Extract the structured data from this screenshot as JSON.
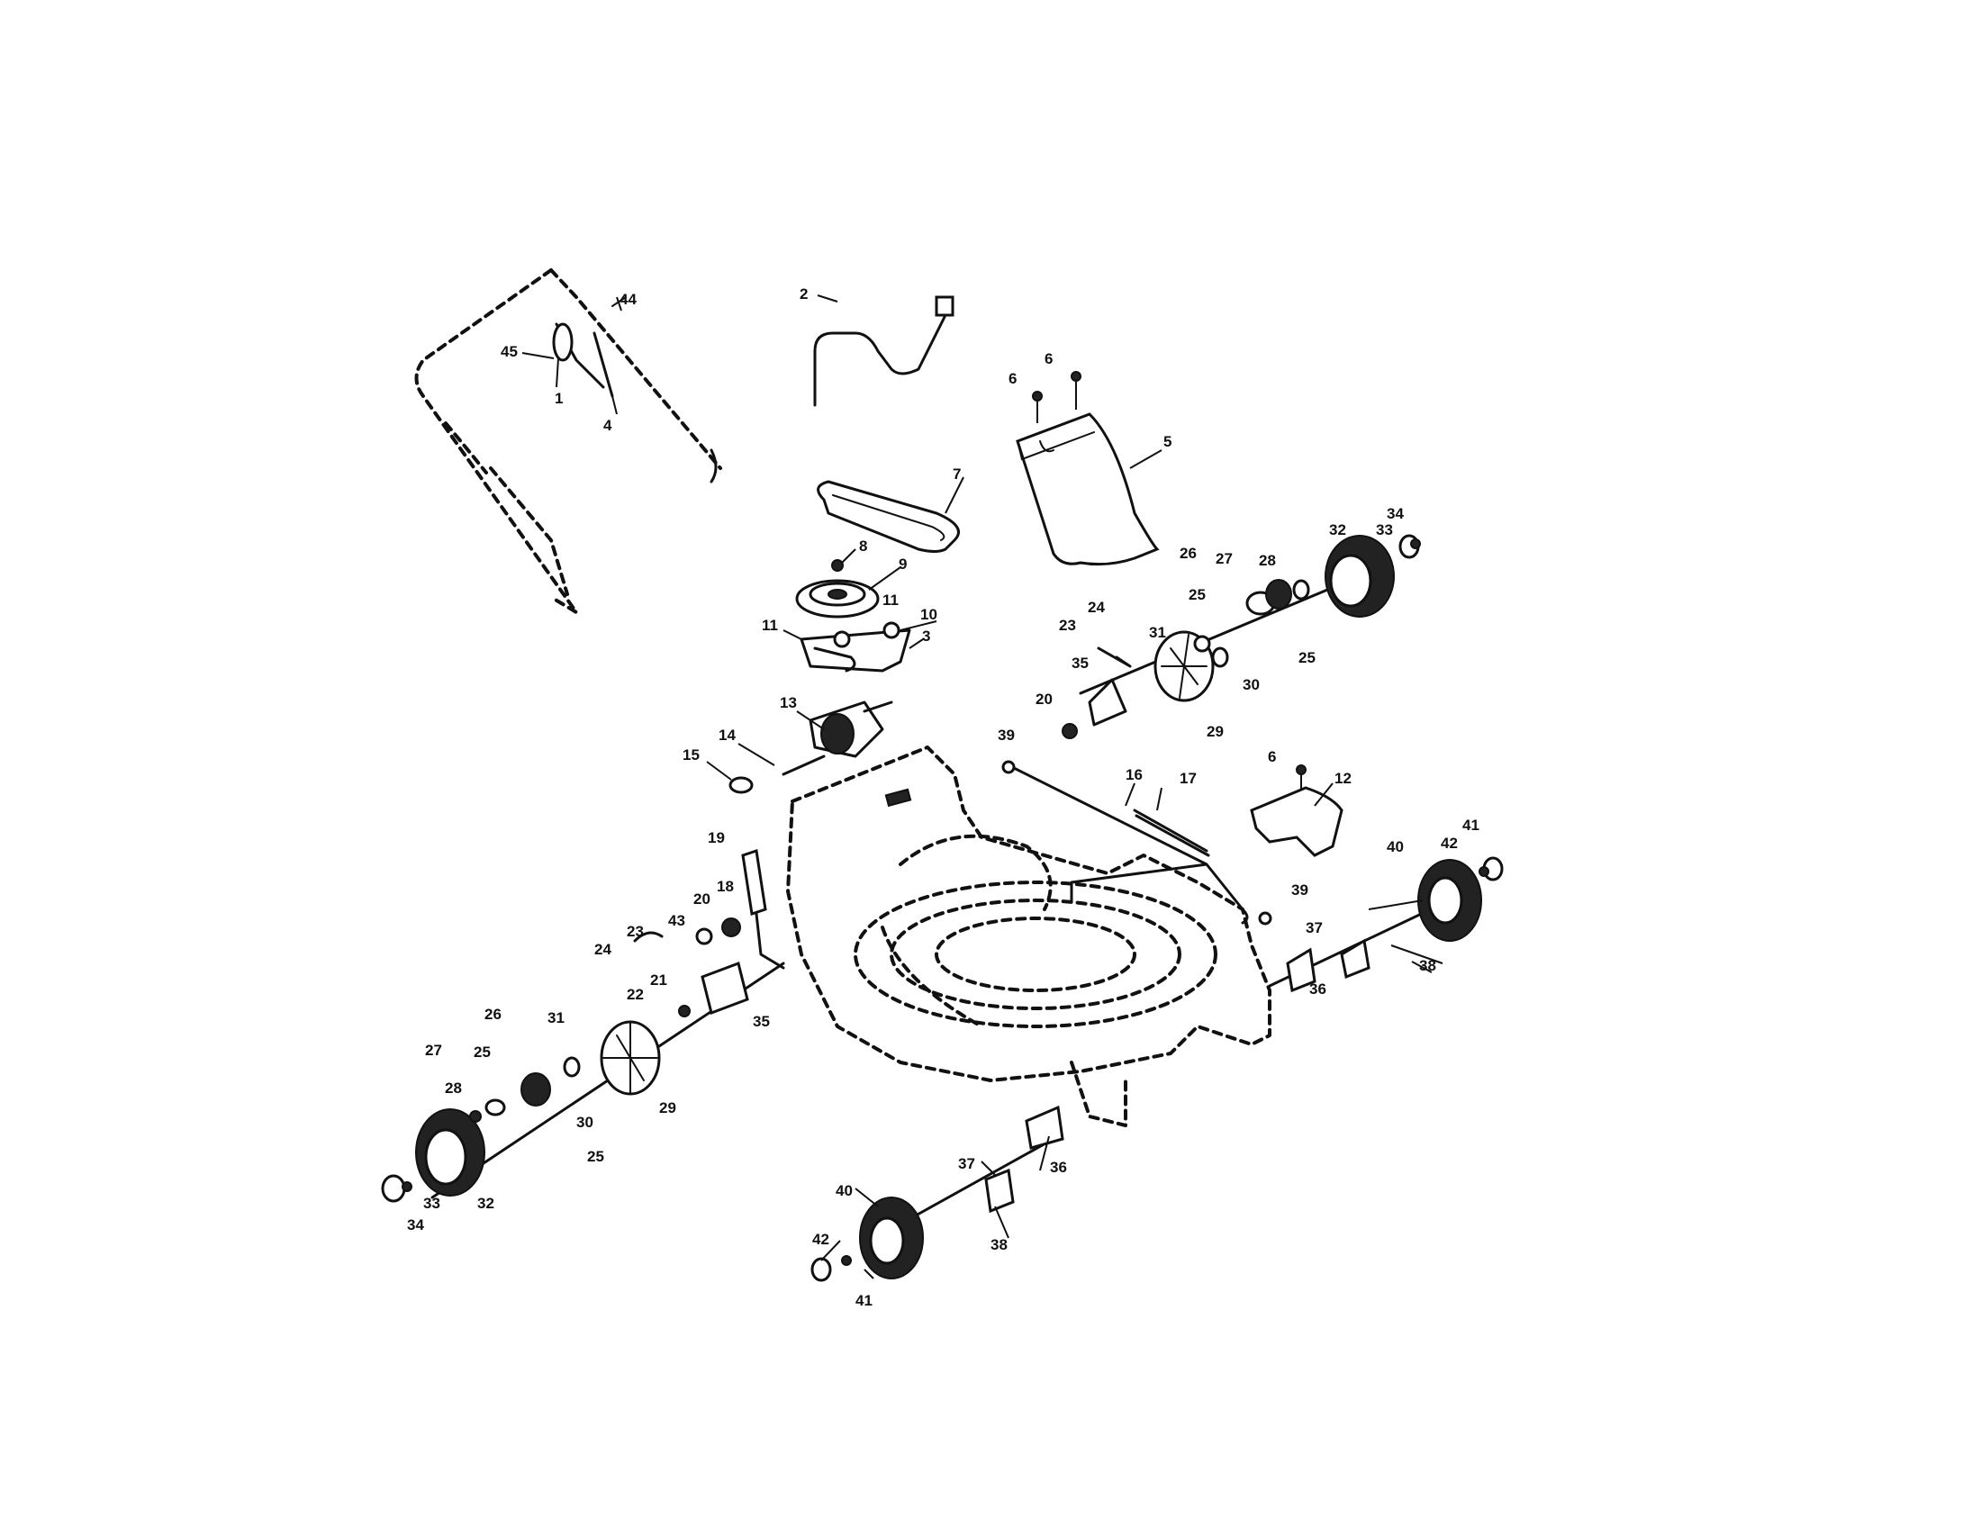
{
  "callouts": [
    {
      "id": "c1",
      "label": "1"
    },
    {
      "id": "c2",
      "label": "2"
    },
    {
      "id": "c3",
      "label": "3"
    },
    {
      "id": "c4",
      "label": "4"
    },
    {
      "id": "c5",
      "label": "5"
    },
    {
      "id": "c6a",
      "label": "6"
    },
    {
      "id": "c6b",
      "label": "6"
    },
    {
      "id": "c6c",
      "label": "6"
    },
    {
      "id": "c7",
      "label": "7"
    },
    {
      "id": "c8",
      "label": "8"
    },
    {
      "id": "c9",
      "label": "9"
    },
    {
      "id": "c10",
      "label": "10"
    },
    {
      "id": "c11a",
      "label": "11"
    },
    {
      "id": "c11b",
      "label": "11"
    },
    {
      "id": "c12",
      "label": "12"
    },
    {
      "id": "c13",
      "label": "13"
    },
    {
      "id": "c14",
      "label": "14"
    },
    {
      "id": "c15",
      "label": "15"
    },
    {
      "id": "c16",
      "label": "16"
    },
    {
      "id": "c17",
      "label": "17"
    },
    {
      "id": "c18",
      "label": "18"
    },
    {
      "id": "c19",
      "label": "19"
    },
    {
      "id": "c20a",
      "label": "20"
    },
    {
      "id": "c20b",
      "label": "20"
    },
    {
      "id": "c21",
      "label": "21"
    },
    {
      "id": "c22",
      "label": "22"
    },
    {
      "id": "c23a",
      "label": "23"
    },
    {
      "id": "c23b",
      "label": "23"
    },
    {
      "id": "c24a",
      "label": "24"
    },
    {
      "id": "c24b",
      "label": "24"
    },
    {
      "id": "c25a",
      "label": "25"
    },
    {
      "id": "c25b",
      "label": "25"
    },
    {
      "id": "c25c",
      "label": "25"
    },
    {
      "id": "c25d",
      "label": "25"
    },
    {
      "id": "c26a",
      "label": "26"
    },
    {
      "id": "c26b",
      "label": "26"
    },
    {
      "id": "c27a",
      "label": "27"
    },
    {
      "id": "c27b",
      "label": "27"
    },
    {
      "id": "c28a",
      "label": "28"
    },
    {
      "id": "c28b",
      "label": "28"
    },
    {
      "id": "c29a",
      "label": "29"
    },
    {
      "id": "c29b",
      "label": "29"
    },
    {
      "id": "c30a",
      "label": "30"
    },
    {
      "id": "c30b",
      "label": "30"
    },
    {
      "id": "c31a",
      "label": "31"
    },
    {
      "id": "c31b",
      "label": "31"
    },
    {
      "id": "c32a",
      "label": "32"
    },
    {
      "id": "c32b",
      "label": "32"
    },
    {
      "id": "c33a",
      "label": "33"
    },
    {
      "id": "c33b",
      "label": "33"
    },
    {
      "id": "c34a",
      "label": "34"
    },
    {
      "id": "c34b",
      "label": "34"
    },
    {
      "id": "c35a",
      "label": "35"
    },
    {
      "id": "c35b",
      "label": "35"
    },
    {
      "id": "c36a",
      "label": "36"
    },
    {
      "id": "c36b",
      "label": "36"
    },
    {
      "id": "c37a",
      "label": "37"
    },
    {
      "id": "c37b",
      "label": "37"
    },
    {
      "id": "c38a",
      "label": "38"
    },
    {
      "id": "c38b",
      "label": "38"
    },
    {
      "id": "c39a",
      "label": "39"
    },
    {
      "id": "c39b",
      "label": "39"
    },
    {
      "id": "c40a",
      "label": "40"
    },
    {
      "id": "c40b",
      "label": "40"
    },
    {
      "id": "c41a",
      "label": "41"
    },
    {
      "id": "c41b",
      "label": "41"
    },
    {
      "id": "c42a",
      "label": "42"
    },
    {
      "id": "c42b",
      "label": "42"
    },
    {
      "id": "c43",
      "label": "43"
    },
    {
      "id": "c44",
      "label": "44"
    },
    {
      "id": "c45",
      "label": "45"
    }
  ]
}
